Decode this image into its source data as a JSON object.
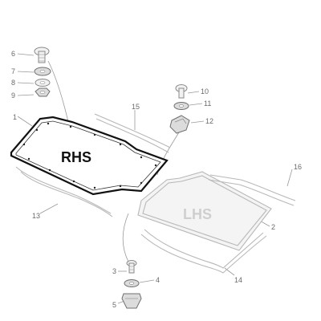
{
  "panels": {
    "rhs_label": "RHS",
    "lhs_label": "LHS"
  },
  "callouts": {
    "c1": "1",
    "c2": "2",
    "c3": "3",
    "c4": "4",
    "c5": "5",
    "c6": "6",
    "c7": "7",
    "c8": "8",
    "c9": "9",
    "c10": "10",
    "c11": "11",
    "c12": "12",
    "c13": "13",
    "c14": "14",
    "c15": "15",
    "c16": "16"
  },
  "colors": {
    "rhs_panel_stroke": "#111111",
    "ghost_parts": "#b8b8b8",
    "callout_text": "#6a6a6a"
  }
}
